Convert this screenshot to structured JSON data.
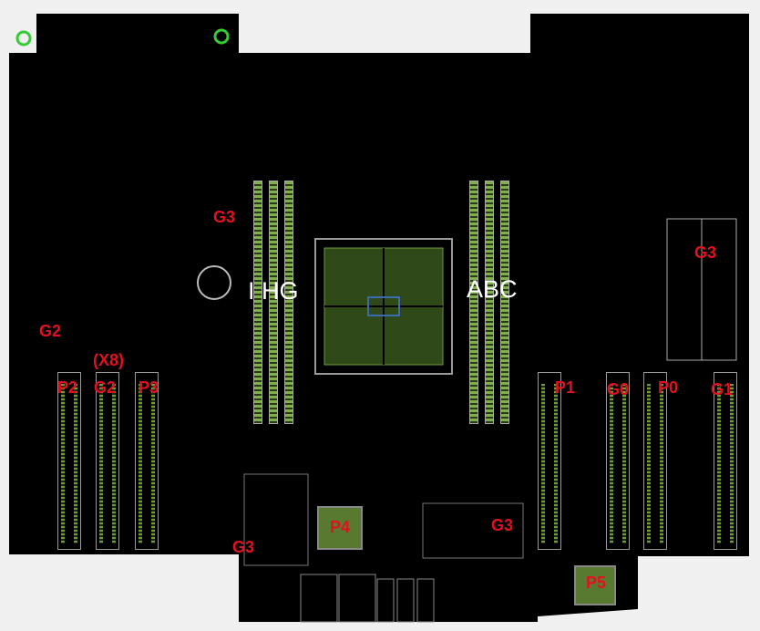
{
  "title": "Motherboard slot layout",
  "labels": {
    "g3_top_left": "G3",
    "g3_right": "G3",
    "g2_left": "G2",
    "x8": "(X8)",
    "p2": "P2",
    "g2_slot": "G2",
    "p3": "P3",
    "p1": "P1",
    "g0": "G0",
    "p0": "P0",
    "g1": "G1",
    "g3_bottom_left": "G3",
    "p4": "P4",
    "g3_bottom_center": "G3",
    "p5": "P5",
    "dimm_left": "I HG",
    "dimm_right": "ABC"
  },
  "colors": {
    "board": "#000000",
    "label": "#e3101f",
    "component": "#587a30",
    "background": "#f0f0f0"
  }
}
